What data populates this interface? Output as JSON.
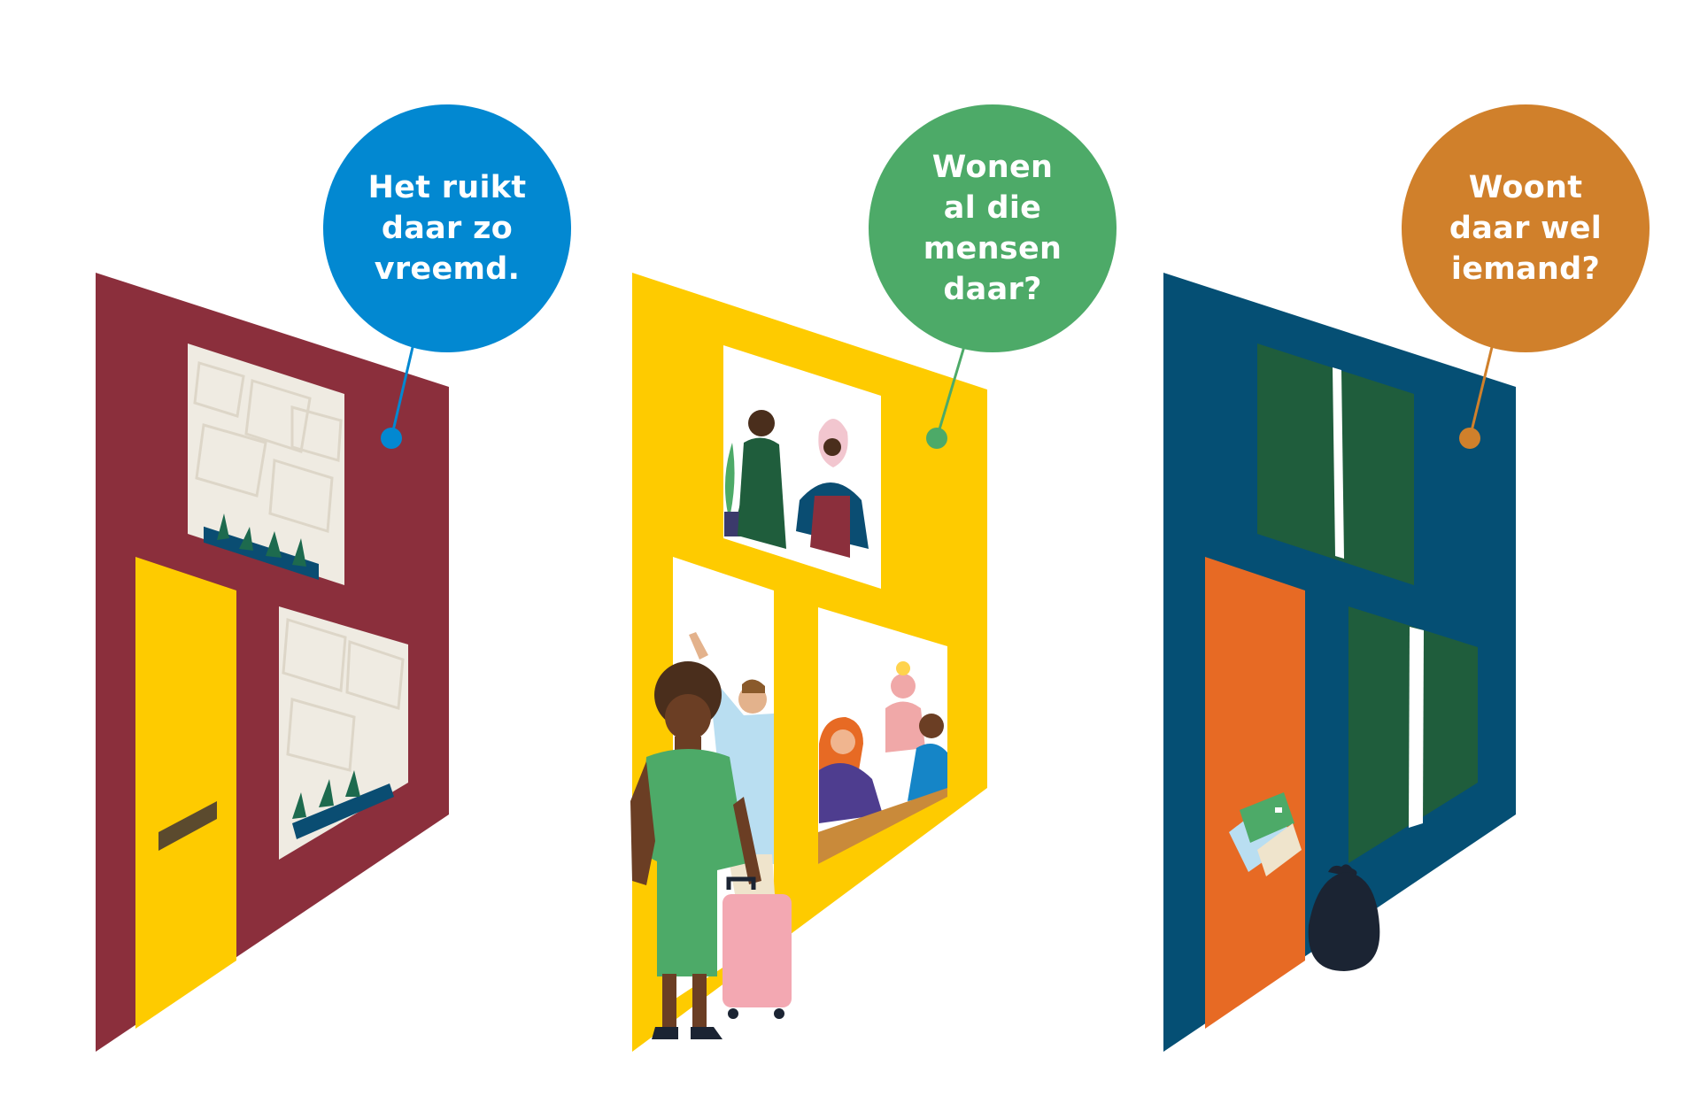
{
  "colors": {
    "maroon": "#8b2f3c",
    "yellow": "#fecb00",
    "navy": "#054f74",
    "blue_bubble": "#0288d1",
    "green_bubble": "#4daa68",
    "orange_bubble": "#d0802b",
    "orange_door": "#e76a24",
    "dark_green_window": "#1f5d3c"
  },
  "bubbles": [
    {
      "text": "Het ruikt\ndaar zo\nvreemd."
    },
    {
      "text": "Wonen\nal die\nmensen\ndaar?"
    },
    {
      "text": "Woont\ndaar wel\niemand?"
    }
  ]
}
